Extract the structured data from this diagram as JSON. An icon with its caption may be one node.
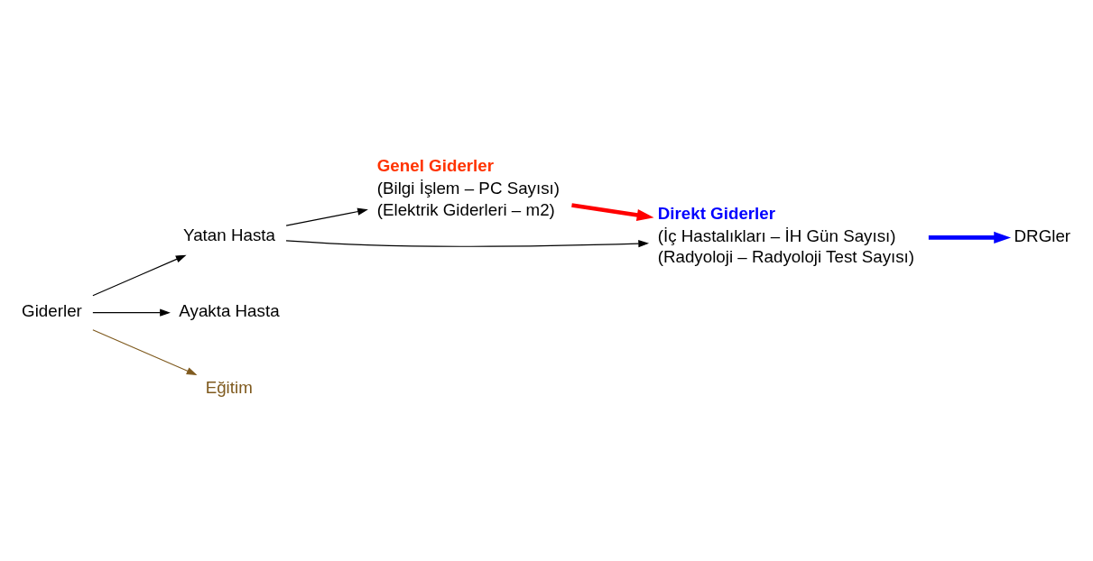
{
  "diagram": {
    "nodes": [
      {
        "text": [
          "Giderler"
        ]
      },
      {
        "text": [
          "Yatan Hasta"
        ]
      },
      {
        "text": [
          "Ayakta Hasta"
        ]
      },
      {
        "text": [
          "Eğitim"
        ]
      },
      {
        "text": [
          "Genel Giderler",
          "(Bilgi İşlem – PC Sayısı)",
          "(Elektrik Giderleri – m2)"
        ]
      },
      {
        "text": [
          "Direkt Giderler",
          "(İç Hastalıkları – İH Gün Sayısı)",
          "(Radyoloji – Radyoloji Test Sayısı)"
        ]
      },
      {
        "text": [
          "DRGler"
        ]
      }
    ],
    "edges": [
      {
        "from": 0,
        "to": 1,
        "arrow": "to"
      },
      {
        "from": 0,
        "to": 2,
        "arrow": "to"
      },
      {
        "from": 0,
        "to": 3,
        "arrow": "to",
        "color": "#7f5a1e"
      },
      {
        "from": 1,
        "to": 4,
        "arrow": "to"
      },
      {
        "from": 1,
        "to": 5,
        "arrow": "to"
      },
      {
        "from": 4,
        "to": 5,
        "arrow": "to",
        "style": "thick",
        "color": "#ff0000"
      },
      {
        "from": 5,
        "to": 6,
        "arrow": "to",
        "style": "thick",
        "color": "#0000ff"
      }
    ]
  }
}
